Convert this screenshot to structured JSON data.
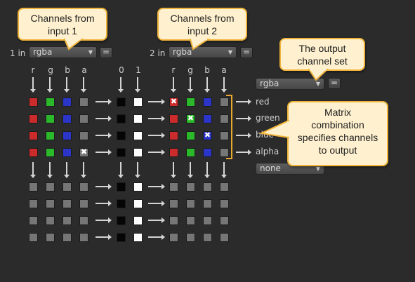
{
  "input1": {
    "prefix": "1 in",
    "selected": "rgba"
  },
  "input2": {
    "prefix": "2 in",
    "selected": "rgba"
  },
  "output": {
    "selected": "rgba"
  },
  "output2": {
    "selected": "none"
  },
  "equal_label": "=",
  "input_channels": [
    "r",
    "g",
    "b",
    "a"
  ],
  "constant_channels": [
    "0",
    "1"
  ],
  "output_labels": [
    "red",
    "green",
    "blue",
    "alpha"
  ],
  "callouts": {
    "input1": "Channels from\ninput 1",
    "input2": "Channels from\ninput 2",
    "output_set": "The output\nchannel set",
    "matrix": "Matrix\ncombination\nspecifies channels\nto output"
  },
  "colors": {
    "red": "#cc2b2b",
    "green": "#2bb92b",
    "blue": "#2b36c8",
    "gray": "#767676",
    "black": "#050505",
    "white": "#ffffff",
    "connector": "#e8a630",
    "callout_bg": "#fff1cf",
    "callout_border": "#f1b43a"
  },
  "matrix": {
    "input1_selected_rows": [
      0,
      1,
      2,
      3
    ],
    "input1_x_cell": {
      "row": 3,
      "col": 3
    },
    "input2_x_cells": [
      {
        "row": 0,
        "col": 0
      },
      {
        "row": 1,
        "col": 1
      },
      {
        "row": 2,
        "col": 2
      }
    ]
  }
}
